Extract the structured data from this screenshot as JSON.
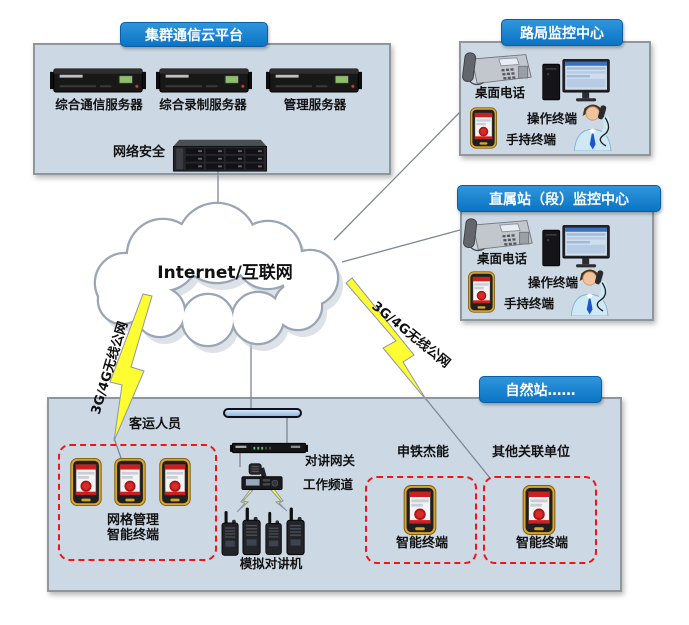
{
  "colors": {
    "header_blue": "#0e7cc9",
    "panel_fill": "#cdd8e5",
    "panel_border": "#8f969e",
    "dashed_red": "#f01515",
    "lightning_yellow": "#fdfd32",
    "line_gray": "#7f8694"
  },
  "cloud_platform": {
    "title": "集群通信云平台",
    "server_labels": [
      "综合通信服务器",
      "综合录制服务器",
      "管理服务器"
    ],
    "network_security_label": "网络安全"
  },
  "bureau_center": {
    "title": "路局监控中心",
    "desk_phone_label": "桌面电话",
    "operator_terminal_label": "操作终端",
    "handheld_terminal_label": "手持终端"
  },
  "station_section_center": {
    "title": "直属站（段）监控中心",
    "desk_phone_label": "桌面电话",
    "operator_terminal_label": "操作终端",
    "handheld_terminal_label": "手持终端"
  },
  "internet_cloud": {
    "label": "Internet/互联网"
  },
  "wireless_links": {
    "left_label": "3G/4G无线公网",
    "right_label": "3G/4G无线公网"
  },
  "natural_station": {
    "title": "自然站……",
    "passenger_staff_label": "客运人员",
    "grid_terminal_caption_line1": "网格管理",
    "grid_terminal_caption_line2": "智能终端",
    "intercom_gateway_label": "对讲网关",
    "working_channel_label": "工作频道",
    "analog_intercom_label": "模拟对讲机",
    "shentie_label": "申铁杰能",
    "other_units_label": "其他关联单位",
    "shentie_terminal_label": "智能终端",
    "other_terminal_label": "智能终端"
  }
}
